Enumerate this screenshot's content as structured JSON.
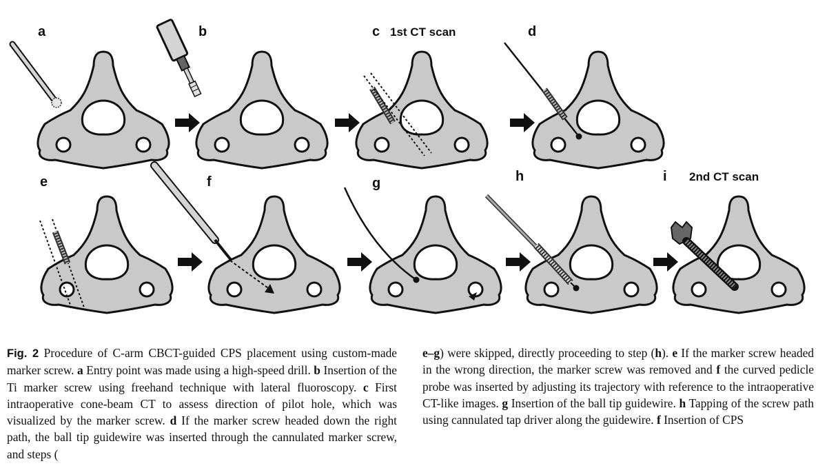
{
  "figure": {
    "panels": [
      {
        "letter": "a",
        "title": ""
      },
      {
        "letter": "b",
        "title": ""
      },
      {
        "letter": "c",
        "title": "1st CT scan"
      },
      {
        "letter": "d",
        "title": ""
      },
      {
        "letter": "e",
        "title": ""
      },
      {
        "letter": "f",
        "title": ""
      },
      {
        "letter": "g",
        "title": ""
      },
      {
        "letter": "h",
        "title": ""
      },
      {
        "letter": "i",
        "title": "2nd CT scan"
      }
    ]
  },
  "caption": {
    "fig_label": "Fig. 2",
    "segments": [
      {
        "t": " Procedure of C-arm CBCT-guided CPS placement using custom-made marker screw. ",
        "b": false
      },
      {
        "t": "a",
        "b": true
      },
      {
        "t": " Entry point was made using a high-speed drill. ",
        "b": false
      },
      {
        "t": "b",
        "b": true
      },
      {
        "t": " Insertion of the Ti marker screw using freehand technique with lateral fluoroscopy. ",
        "b": false
      },
      {
        "t": "c",
        "b": true
      },
      {
        "t": " First intraoperative cone-beam CT to assess direction of pilot hole, which was visualized by the marker screw. ",
        "b": false
      },
      {
        "t": "d",
        "b": true
      },
      {
        "t": " If the marker screw headed down the right path, the ball tip guidewire was inserted through the cannulated marker screw, and steps (",
        "b": false
      },
      {
        "t": "e–g",
        "b": true
      },
      {
        "t": ") were skipped, directly proceeding to step (",
        "b": false
      },
      {
        "t": "h",
        "b": true
      },
      {
        "t": "). ",
        "b": false
      },
      {
        "t": "e",
        "b": true
      },
      {
        "t": " If the marker screw headed in the wrong direction, the marker screw was removed and ",
        "b": false
      },
      {
        "t": "f",
        "b": true
      },
      {
        "t": " the curved pedicle probe was inserted by adjusting its trajectory with reference to the intraoperative CT-like images. ",
        "b": false
      },
      {
        "t": "g",
        "b": true
      },
      {
        "t": " Insertion of the ball tip guidewire. ",
        "b": false
      },
      {
        "t": "h",
        "b": true
      },
      {
        "t": " Tapping of the screw path using cannulated tap driver along the guidewire. ",
        "b": false
      },
      {
        "t": "f",
        "b": true
      },
      {
        "t": " Insertion of CPS",
        "b": false
      }
    ],
    "split_index": 9
  },
  "colors": {
    "bone_fill": "#c9c9c9",
    "outline": "#111111",
    "instrument_light": "#d4d4d4",
    "instrument_dark": "#555555"
  },
  "icons": [
    "right-arrow-icon"
  ]
}
